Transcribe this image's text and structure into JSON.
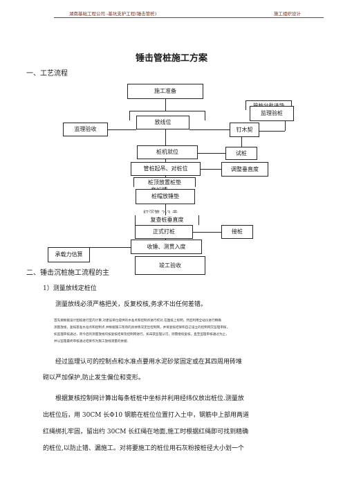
{
  "header": {
    "left": "湖南基础工程公司 -基坑支护工程(锤击管桩)",
    "right": "施工组织设计"
  },
  "title": "锤击管桩施工方案",
  "section1": "一、工艺流程",
  "flow": {
    "prep": "施工准备",
    "survey": "放线位",
    "pilefix": "桩机就位",
    "lift": "管桩起吊、对桩位",
    "padtop": "桩顶放置桩垫",
    "padtop_overlap": "套桩帽",
    "cap": "桩帽放锤垫",
    "overlap_hidden": "打沉第 2-3 击",
    "recheck": "复查桩垂直度",
    "formal": "正式打桩",
    "finish_hammer": "收锤、测贯入度",
    "complete": "竣工验收",
    "supervise_accept": "监理验收",
    "mark_pile": "钉木契",
    "supervise_accept2": "监理验桩",
    "pipe_inspect": "管桩分批进场",
    "trial": "试桩",
    "adjust": "调整垂直度",
    "joint": "接桩",
    "capacity": "承载力估算"
  },
  "section2": "二、锤击沉桩施工流程的主",
  "sub1": "1）测量放线定桩位",
  "para1": "测量放线必须严格把关，反复校核,务求不出任何差错。",
  "small_lines": [
    "首先要根据设计图纸进行室内计算,对建设单位提供的水准点和控制点进行校对,在图纸上标明，然后利用全站仪进行精确",
    "测量放线，复核基准水准点和控制点,并根据施工现场的具体情况定出控制网，并将复核结果和自己设立的控制网交监理审核，",
    "如监理审核通过，则今后的测量放线均按复核结果及控制网进行。如未获监理认可，则需继续复核，直至监理审核通过为止，",
    "并以监理最终审核通过结果作为施工放线测量的依据."
  ],
  "para2_lines": [
    "经过监理认可的控制点和水准点要用水泥砂浆固定或在其四周用砖堆",
    "砌以严加保护,防止发生偏位和变形。"
  ],
  "para3_lines": [
    "根据复核控制网计算出每条桩桩中坐标并利用经纬仪放出桩位.测量放",
    "出桩位后，用 30CM 长Φ10 钢筋在桩位位置打入土中，钢筋中上部用两道",
    "红绳绑扎牢固，留出约 30CM 长红绳在地面,施工时根据红绳即可找到精确",
    "的桩位,以防止错、漏施工。对将要施工的桩位用石灰粉按桩径大小划一个"
  ]
}
